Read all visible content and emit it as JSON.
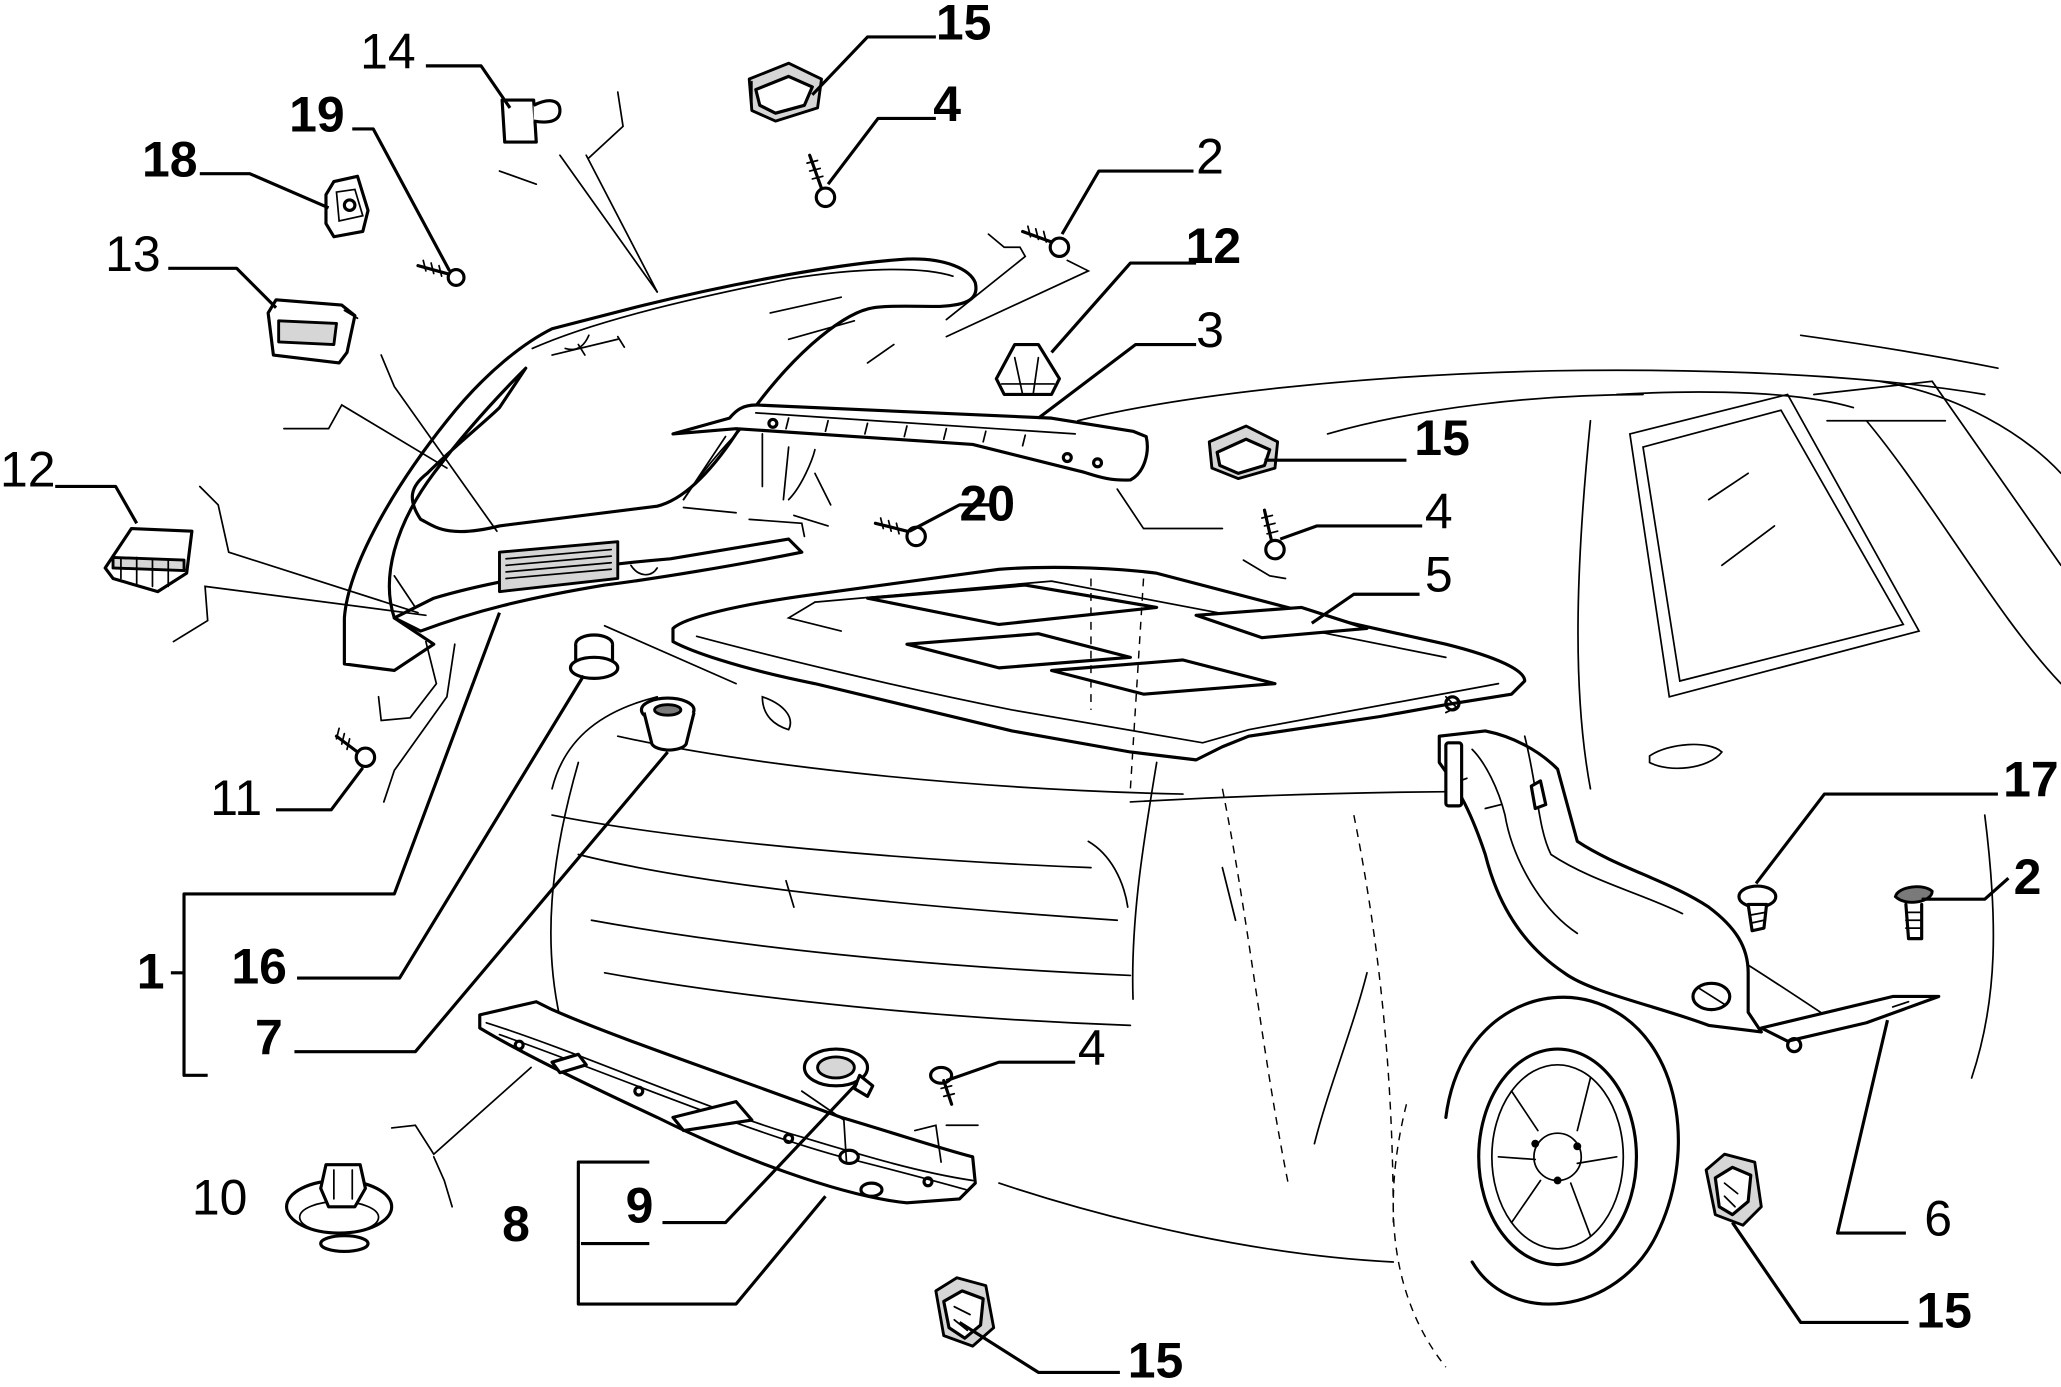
{
  "callouts": {
    "c1": "1",
    "c2_top": "2",
    "c2_right": "2",
    "c3": "3",
    "c4_top": "4",
    "c4_mid": "4",
    "c4_bottom": "4",
    "c5": "5",
    "c6": "6",
    "c7": "7",
    "c8": "8",
    "c9": "9",
    "c10": "10",
    "c11": "11",
    "c12_left": "12",
    "c12_top": "12",
    "c13": "13",
    "c14": "14",
    "c15_top": "15",
    "c15_mid": "15",
    "c15_right": "15",
    "c15_bottom": "15",
    "c16": "16",
    "c17": "17",
    "c18": "18",
    "c19": "19",
    "c20": "20"
  }
}
